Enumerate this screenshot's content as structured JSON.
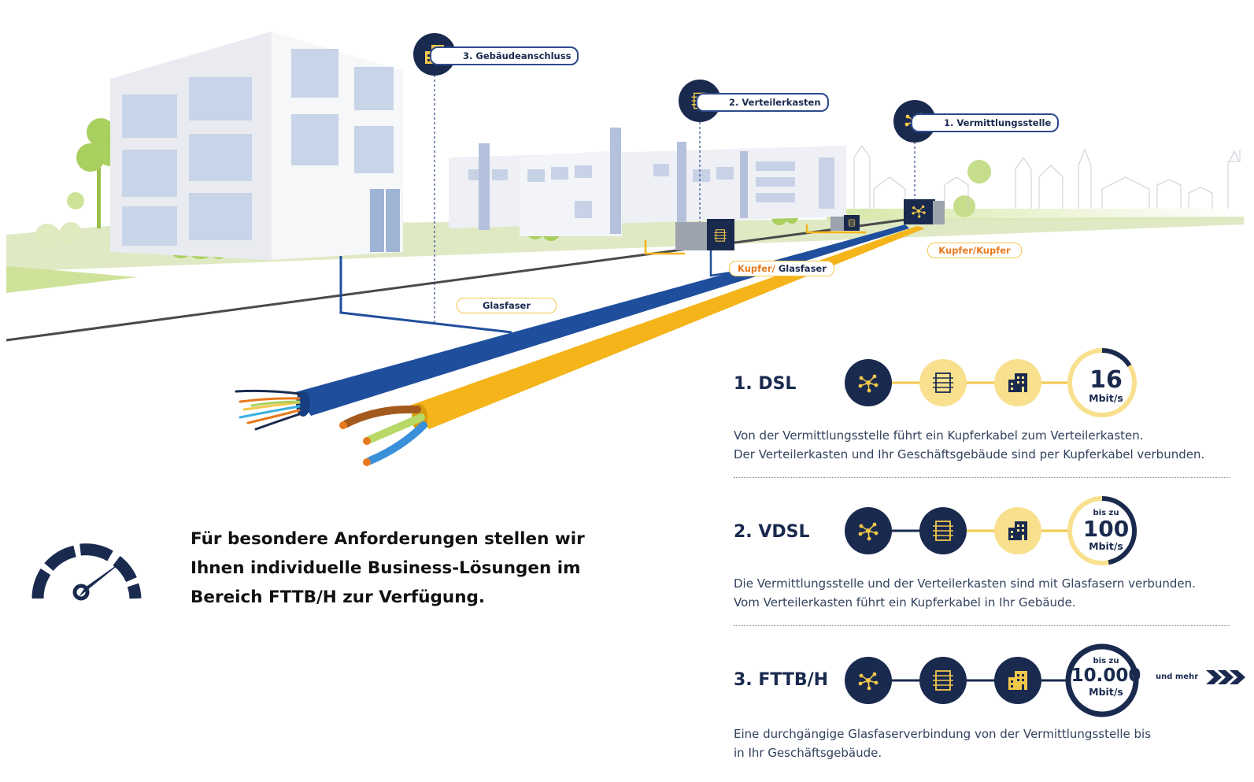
{
  "callouts": {
    "gebaeude": "3. Gebäudeanschluss",
    "verteiler": "2. Verteilerkasten",
    "vermittlung": "1. Vermittlungsstelle"
  },
  "cable_labels": {
    "glasfaser": "Glasfaser",
    "kupfer_glasfaser_a": "Kupfer/",
    "kupfer_glasfaser_b": " Glasfaser",
    "kupfer_kupfer": "Kupfer/Kupfer"
  },
  "headline": "Für besondere Anforderungen stellen wir Ihnen individuelle Business-Lösungen im Bereich FTTB/H zur Verfügung.",
  "technologies": [
    {
      "title": "1. DSL",
      "speed_prefix": "",
      "speed_value": "16",
      "speed_unit": "Mbit/s",
      "desc_line1": "Von der Vermittlungsstelle führt ein Kupferkabel zum Verteilerkasten.",
      "desc_line2": "Der Verteilerkasten und Ihr Geschäftsgebäude sind per Kupferkabel verbunden."
    },
    {
      "title": "2. VDSL",
      "speed_prefix": "bis zu",
      "speed_value": "100",
      "speed_unit": "Mbit/s",
      "desc_line1": "Die Vermittlungsstelle und der Verteilerkasten sind mit Glasfasern verbunden.",
      "desc_line2": "Vom Verteilerkasten führt ein Kupferkabel in Ihr Gebäude."
    },
    {
      "title": "3. FTTB/H",
      "speed_prefix": "bis zu",
      "speed_value": "10.000",
      "speed_unit": "Mbit/s",
      "speed_suffix": "und mehr",
      "desc_line1": "Eine durchgängige Glasfaserverbindung von der Vermittlungsstelle bis",
      "desc_line2": "in Ihr Geschäftsgebäude."
    }
  ],
  "colors": {
    "navy": "#1a2a4f",
    "yellow": "#f2c84b",
    "light_yellow": "#f8e08e",
    "blue_cable": "#1f4f9c",
    "orange_cable": "#f4b41a"
  },
  "icons": [
    "network-hub-icon",
    "distribution-box-icon",
    "building-icon",
    "speedometer-icon",
    "chevron-right-icon"
  ]
}
